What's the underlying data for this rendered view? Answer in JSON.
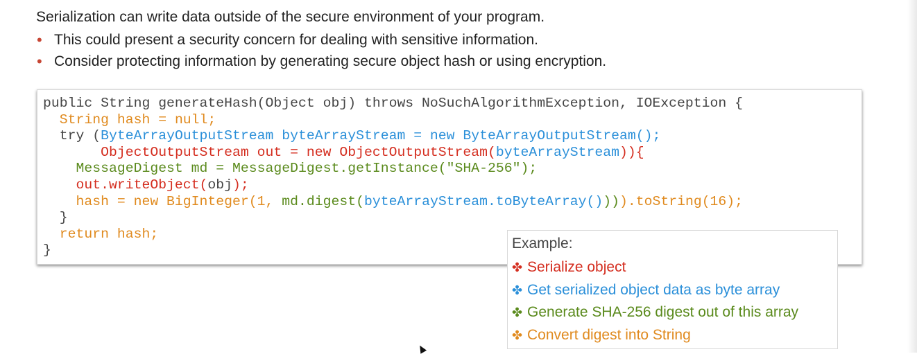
{
  "slide": {
    "intro": "Serialization can write data outside of the secure environment of your program.",
    "bullets": [
      "This could present a security concern for dealing with sensitive information.",
      "Consider protecting information by generating secure object hash or using encryption."
    ]
  },
  "code": {
    "lines": [
      [
        {
          "t": "public String generateHash(Object obj) throws NoSuchAlgorithmException, IOException {",
          "c": "dark"
        }
      ],
      [
        {
          "t": "  ",
          "c": "dark"
        },
        {
          "t": "String hash = null;",
          "c": "orange"
        }
      ],
      [
        {
          "t": "  try (",
          "c": "dark"
        },
        {
          "t": "ByteArrayOutputStream byteArrayStream = new ByteArrayOutputStream();",
          "c": "blue"
        }
      ],
      [
        {
          "t": "       ",
          "c": "dark"
        },
        {
          "t": "ObjectOutputStream out = new ObjectOutputStream(",
          "c": "red"
        },
        {
          "t": "byteArrayStream",
          "c": "blue"
        },
        {
          "t": ")){",
          "c": "red"
        }
      ],
      [
        {
          "t": "    ",
          "c": "dark"
        },
        {
          "t": "MessageDigest md = MessageDigest.getInstance(\"SHA-256\");",
          "c": "green"
        }
      ],
      [
        {
          "t": "    ",
          "c": "dark"
        },
        {
          "t": "out.writeObject(",
          "c": "red"
        },
        {
          "t": "obj",
          "c": "dark"
        },
        {
          "t": ");",
          "c": "red"
        }
      ],
      [
        {
          "t": "    ",
          "c": "dark"
        },
        {
          "t": "hash = new BigInteger(1, ",
          "c": "orange"
        },
        {
          "t": "md.digest(",
          "c": "green"
        },
        {
          "t": "byteArrayStream.toByteArray()",
          "c": "blue"
        },
        {
          "t": "))",
          "c": "green"
        },
        {
          "t": ").toString(16);",
          "c": "orange"
        }
      ],
      [
        {
          "t": "  }",
          "c": "dark"
        }
      ],
      [
        {
          "t": "  ",
          "c": "dark"
        },
        {
          "t": "return hash;",
          "c": "orange"
        }
      ],
      [
        {
          "t": "}",
          "c": "dark"
        }
      ]
    ]
  },
  "example": {
    "title": "Example:",
    "items": [
      {
        "text": "Serialize object",
        "color": "#d42d1f"
      },
      {
        "text": "Get serialized object data as byte array",
        "color": "#2a8fd9"
      },
      {
        "text": "Generate SHA-256 digest out of this array",
        "color": "#5a8a1c"
      },
      {
        "text": "Convert digest into String",
        "color": "#e08a1e"
      }
    ],
    "bullet_glyph": "✤",
    "bullet_icon": "cross-flower-icon"
  },
  "colors": {
    "bullet_red": "#c74634",
    "code_dark": "#444444",
    "code_orange": "#e08a1e",
    "code_blue": "#2a8fd9",
    "code_red": "#d42d1f",
    "code_green": "#5a8a1c"
  }
}
